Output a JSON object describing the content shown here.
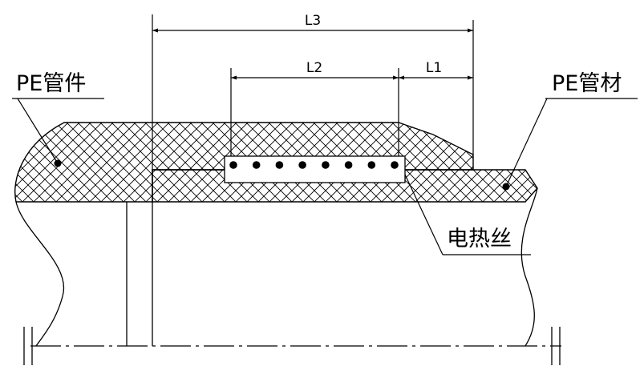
{
  "labels": {
    "pe_fitting": "PE管件",
    "pe_pipe": "PE管材",
    "heating_wire": "电热丝"
  },
  "dimensions": {
    "l1": "L1",
    "l2": "L2",
    "l3": "L3"
  },
  "heating_wire_count": 8,
  "colors": {
    "ink": "#000000",
    "background": "#ffffff"
  }
}
